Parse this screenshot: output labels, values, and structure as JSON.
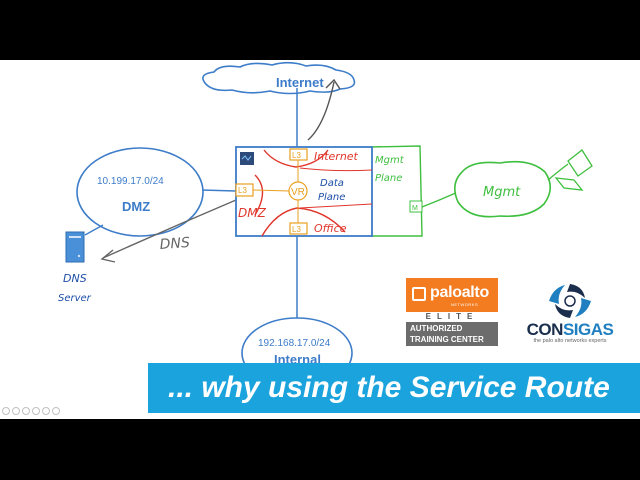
{
  "diagram": {
    "internet": {
      "label": "Internet"
    },
    "dmz": {
      "subnet": "10.199.17.0/24",
      "label": "DMZ"
    },
    "internal": {
      "subnet": "192.168.17.0/24",
      "label": "Internal"
    },
    "firewall": {
      "zones": {
        "internet": "Internet",
        "dmz": "DMZ",
        "office": "Office"
      },
      "interface_tag": "L3",
      "router": "VR",
      "data_plane_line1": "Data",
      "data_plane_line2": "Plane",
      "mgmt_plane_line1": "Mgmt",
      "mgmt_plane_line2": "Plane",
      "mgmt_port": "M"
    },
    "mgmt": {
      "label": "Mgmt"
    },
    "dns_flow": {
      "label": "DNS"
    },
    "dns_server": {
      "line1": "DNS",
      "line2": "Server"
    },
    "colors": {
      "cloud_stroke": "#3d7cc9",
      "zone_red": "#e0362c",
      "mgmt_green": "#3fbf3f",
      "interface_orange": "#e8a020",
      "banner": "#1aa3dc"
    }
  },
  "banner": {
    "text": "... why using the Service Route"
  },
  "logos": {
    "paloalto": {
      "name": "paloalto",
      "sub": "NETWORKS",
      "tier": "ELITE",
      "line1": "AUTHORIZED",
      "line2": "TRAINING CENTER"
    },
    "consigas": {
      "name_part1": "CON",
      "name_part2": "SIGAS",
      "tagline": "the palo alto networks experts"
    }
  },
  "toolbar": {
    "icons": [
      "pen-icon",
      "eraser-icon",
      "pointer-icon",
      "zoom-icon",
      "shapes-icon",
      "menu-icon"
    ]
  }
}
